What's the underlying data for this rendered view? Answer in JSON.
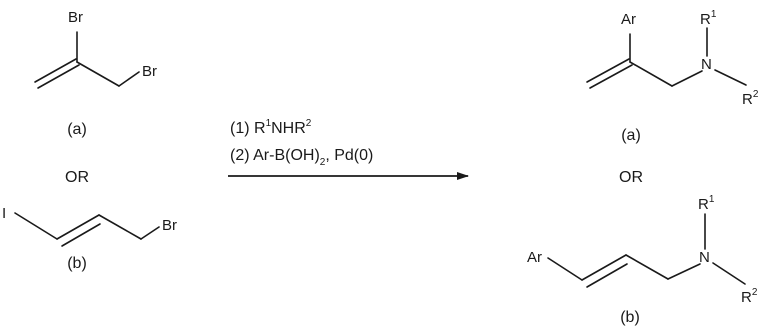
{
  "reactants": {
    "a": {
      "label": "(a)",
      "atoms": {
        "br1": "Br",
        "br2": "Br"
      }
    },
    "or": "OR",
    "b": {
      "label": "(b)",
      "atoms": {
        "i": "I",
        "br": "Br"
      }
    }
  },
  "conditions": {
    "step1": {
      "prefix": "(1) R",
      "sup1": "1",
      "mid": "NHR",
      "sup2": "2"
    },
    "step2": {
      "prefix": "(2) Ar-B(OH)",
      "sub": "2",
      "suffix": ", Pd(0)"
    }
  },
  "products": {
    "a": {
      "label": "(a)",
      "atoms": {
        "ar": "Ar",
        "n": "N",
        "r1": "R",
        "r1_sup": "1",
        "r2": "R",
        "r2_sup": "2"
      }
    },
    "or": "OR",
    "b": {
      "label": "(b)",
      "atoms": {
        "ar": "Ar",
        "n": "N",
        "r1": "R",
        "r1_sup": "1",
        "r2": "R",
        "r2_sup": "2"
      }
    }
  },
  "colors": {
    "ink": "#1a1a1a",
    "background": "#ffffff"
  }
}
